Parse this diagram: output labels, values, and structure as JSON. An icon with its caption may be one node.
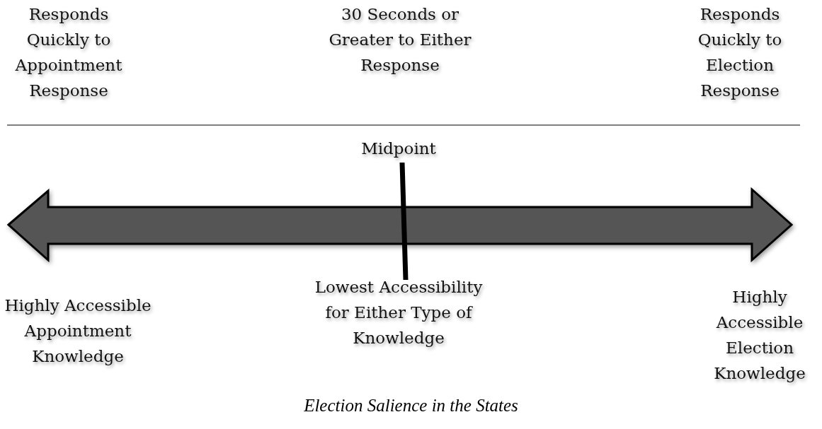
{
  "diagram": {
    "caption": "Election Salience in the States",
    "labels": [
      "Responds Quickly to Appointment Response",
      "30 Seconds or Greater to Either Response",
      "Responds Quickly to Election Response",
      "Midpoint",
      "Highly Accessible Appointment Knowledge",
      "Lowest Accessibility for Either Type of Knowledge",
      "Highly Accessible Election Knowledge"
    ]
  }
}
